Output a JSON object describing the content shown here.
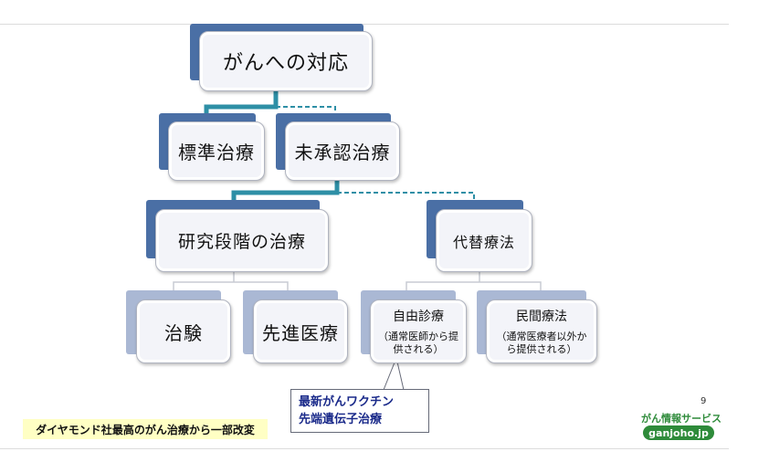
{
  "nodes": {
    "root": {
      "label": "がんへの対応"
    },
    "standard": {
      "label": "標準治療"
    },
    "unapproved": {
      "label": "未承認治療"
    },
    "research": {
      "label": "研究段階の治療"
    },
    "alternative": {
      "label": "代替療法"
    },
    "clinical_trial": {
      "label": "治験"
    },
    "advanced_medicine": {
      "label": "先進医療"
    },
    "free_care": {
      "label": "自由診療",
      "note": "（通常医師から提\n供される）"
    },
    "folk_therapy": {
      "label": "民間療法",
      "note": "（通常医療者以外か\nら提供される）"
    }
  },
  "callout": {
    "text": "最新がんワクチン\n先端遺伝子治療"
  },
  "footer": {
    "source": "ダイヤモンド社最高のがん治療から一部改変",
    "page_number": "9",
    "brand": "がん情報サービス",
    "site": "ganjoho.jp"
  },
  "colors": {
    "shadow_dark": "#4a6fa5",
    "shadow_light": "#aab8d4",
    "connector_solid": "#2e8fa6",
    "connector_dashed": "#2e8fa6",
    "connector_thin": "#c8ccd4",
    "callout_text": "#1a2a8a",
    "source_bg": "#ffffc4",
    "brand": "#2e8b3a"
  }
}
